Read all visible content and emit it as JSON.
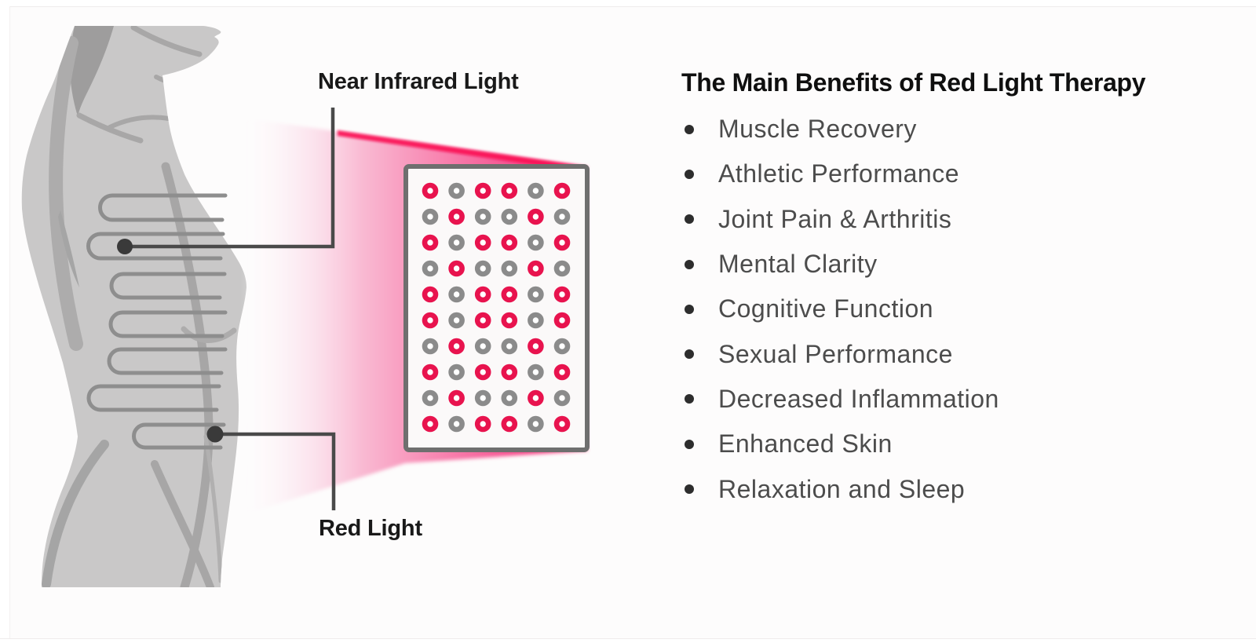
{
  "benefits": {
    "heading": "The Main Benefits of Red Light Therapy",
    "items": [
      "Muscle Recovery",
      "Athletic Performance",
      "Joint Pain & Arthritis",
      "Mental Clarity",
      "Cognitive Function",
      "Sexual Performance",
      "Decreased Inflammation",
      "Enhanced Skin",
      "Relaxation and Sleep"
    ]
  },
  "diagram": {
    "labels": {
      "near_infrared": "Near Infrared Light",
      "red": "Red Light"
    },
    "panel": {
      "columns": 6,
      "row_count": 10,
      "rows": [
        "RGRRGR",
        "GRGGRG",
        "RGRRGR",
        "GRGGRG",
        "RGRRGR",
        "RGRRGR",
        "GRGGRG",
        "RGRRGR",
        "GRGGRG",
        "RGRRGR"
      ],
      "led_colors": {
        "R": "#e8134e",
        "G": "#8b8b8b"
      }
    },
    "colors": {
      "beam_deep": "#f42e71",
      "beam_rim": "#fa0c53",
      "body_fill": "#c9c8c8",
      "body_shadow": "#a7a6a6",
      "bar": "#8e8e8e",
      "connector": "#4a4a4a",
      "dot": "#3a3a3a",
      "panel_border": "#6f6f6f",
      "panel_fill": "#fbf9f9"
    }
  }
}
